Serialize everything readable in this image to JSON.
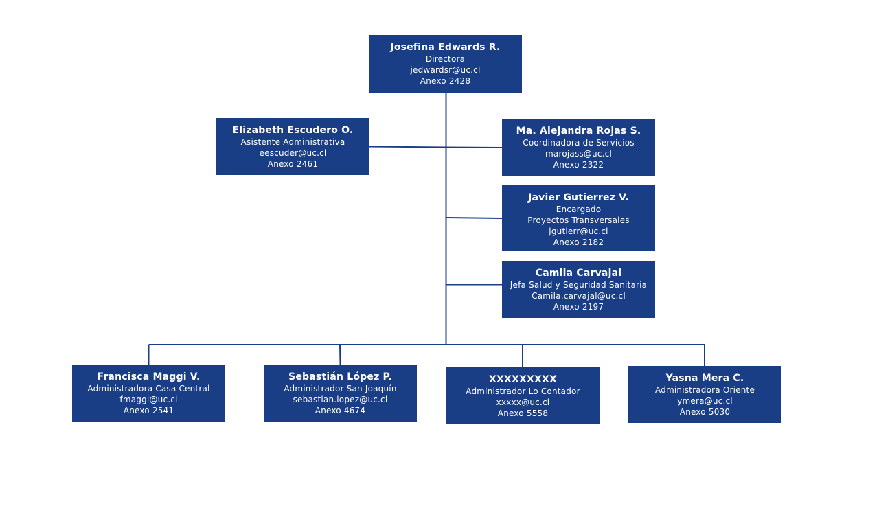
{
  "colors": {
    "box_fill": "#1a3e86",
    "connector": "#1a3e86",
    "text": "#ffffff",
    "background": "#ffffff"
  },
  "nodes": {
    "director": {
      "name": "Josefina Edwards R.",
      "lines": [
        "Directora",
        "jedwardsr@uc.cl",
        "Anexo 2428"
      ]
    },
    "assistant": {
      "name": "Elizabeth Escudero O.",
      "lines": [
        "Asistente Administrativa",
        "eescuder@uc.cl",
        "Anexo 2461"
      ]
    },
    "coord": {
      "name": "Ma. Alejandra Rojas S.",
      "lines": [
        "Coordinadora de Servicios",
        "marojass@uc.cl",
        "Anexo 2322"
      ]
    },
    "javier": {
      "name": "Javier Gutierrez V.",
      "lines": [
        "Encargado",
        "Proyectos Transversales",
        "jgutierr@uc.cl",
        "Anexo 2182"
      ]
    },
    "camila": {
      "name": "Camila Carvajal",
      "lines": [
        "Jefa Salud y Seguridad Sanitaria",
        "Camila.carvajal@uc.cl",
        "Anexo 2197"
      ]
    },
    "francisca": {
      "name": "Francisca Maggi V.",
      "lines": [
        "Administradora Casa Central",
        "fmaggi@uc.cl",
        "Anexo 2541"
      ]
    },
    "sebastian": {
      "name": "Sebastián López P.",
      "lines": [
        "Administrador San Joaquín",
        "sebastian.lopez@uc.cl",
        "Anexo 4674"
      ]
    },
    "xxx": {
      "name": "XXXXXXXXX",
      "lines": [
        "Administrador Lo Contador",
        "xxxxx@uc.cl",
        "Anexo 5558"
      ]
    },
    "yasna": {
      "name": "Yasna Mera C.",
      "lines": [
        "Administradora Oriente",
        "ymera@uc.cl",
        "Anexo 5030"
      ]
    }
  }
}
